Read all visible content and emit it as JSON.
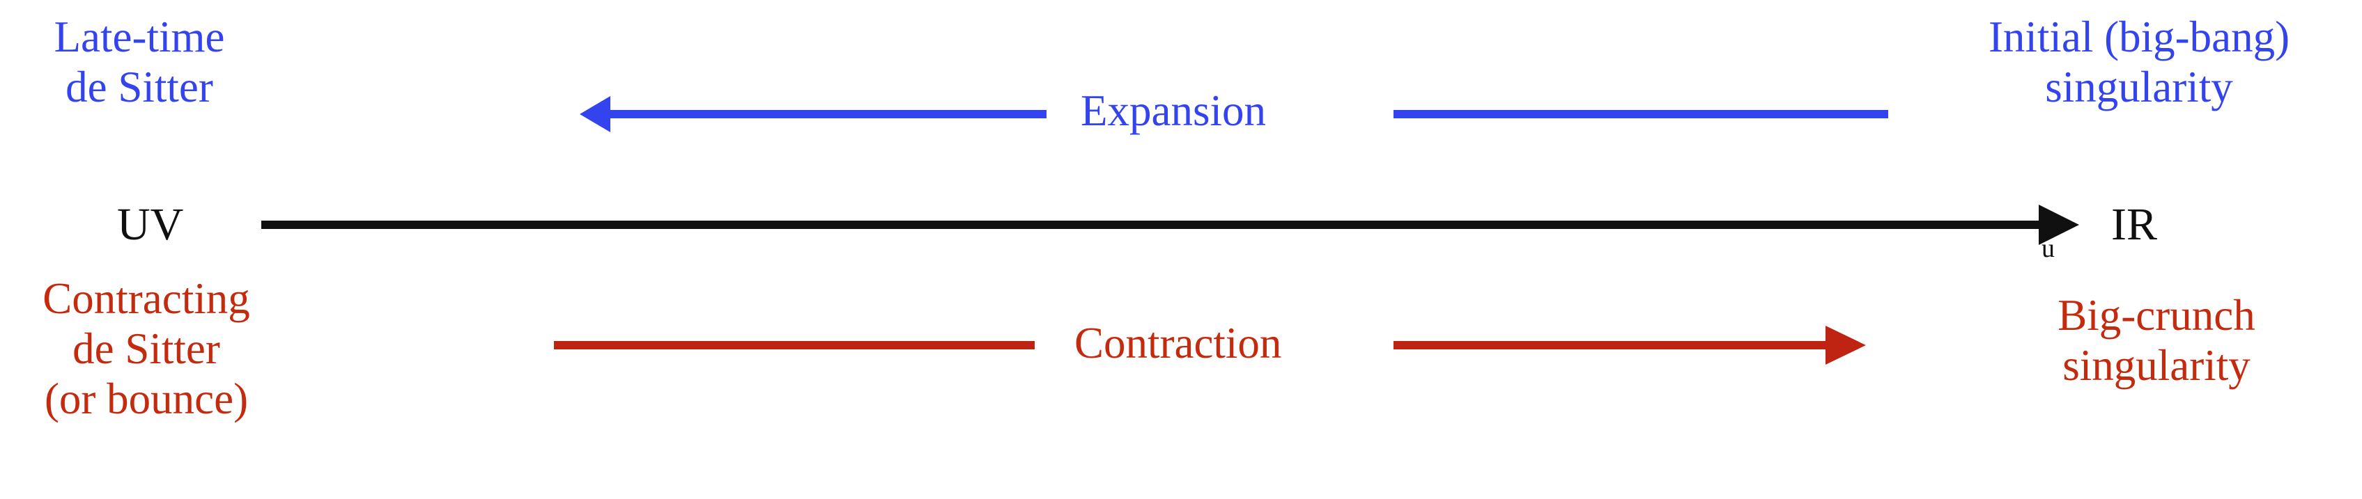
{
  "diagram": {
    "title": "RG flow / cosmology duality axis diagram",
    "background_color": "#ffffff",
    "colors": {
      "blue": "#3344ee",
      "red": "#c42a0e",
      "red_line": "#bf2311",
      "black": "#101010"
    },
    "axis": {
      "left_label": "UV",
      "right_label": "IR",
      "variable_label": "u",
      "direction": "left-to-right",
      "color": "#101010"
    },
    "expansion_row": {
      "label": "Expansion",
      "color": "#3344ee",
      "arrow_direction": "left",
      "left_endpoint_label": "Late-time\nde Sitter",
      "right_endpoint_label": "Initial (big-bang)\nsingularity"
    },
    "contraction_row": {
      "label": "Contraction",
      "color": "#c42a0e",
      "arrow_direction": "right",
      "left_endpoint_label": "Contracting\nde Sitter\n(or bounce)",
      "right_endpoint_label": "Big-crunch\nsingularity"
    },
    "labels": {
      "late_time_line1": "Late-time",
      "late_time_line2": "de Sitter",
      "initial_line1": "Initial (big-bang)",
      "initial_line2": "singularity",
      "expansion": "Expansion",
      "uv": "UV",
      "ir": "IR",
      "u": "u",
      "contracting_line1": "Contracting",
      "contracting_line2": "de Sitter",
      "contracting_line3": "(or bounce)",
      "contraction": "Contraction",
      "bigcrunch_line1": "Big-crunch",
      "bigcrunch_line2": "singularity"
    }
  }
}
